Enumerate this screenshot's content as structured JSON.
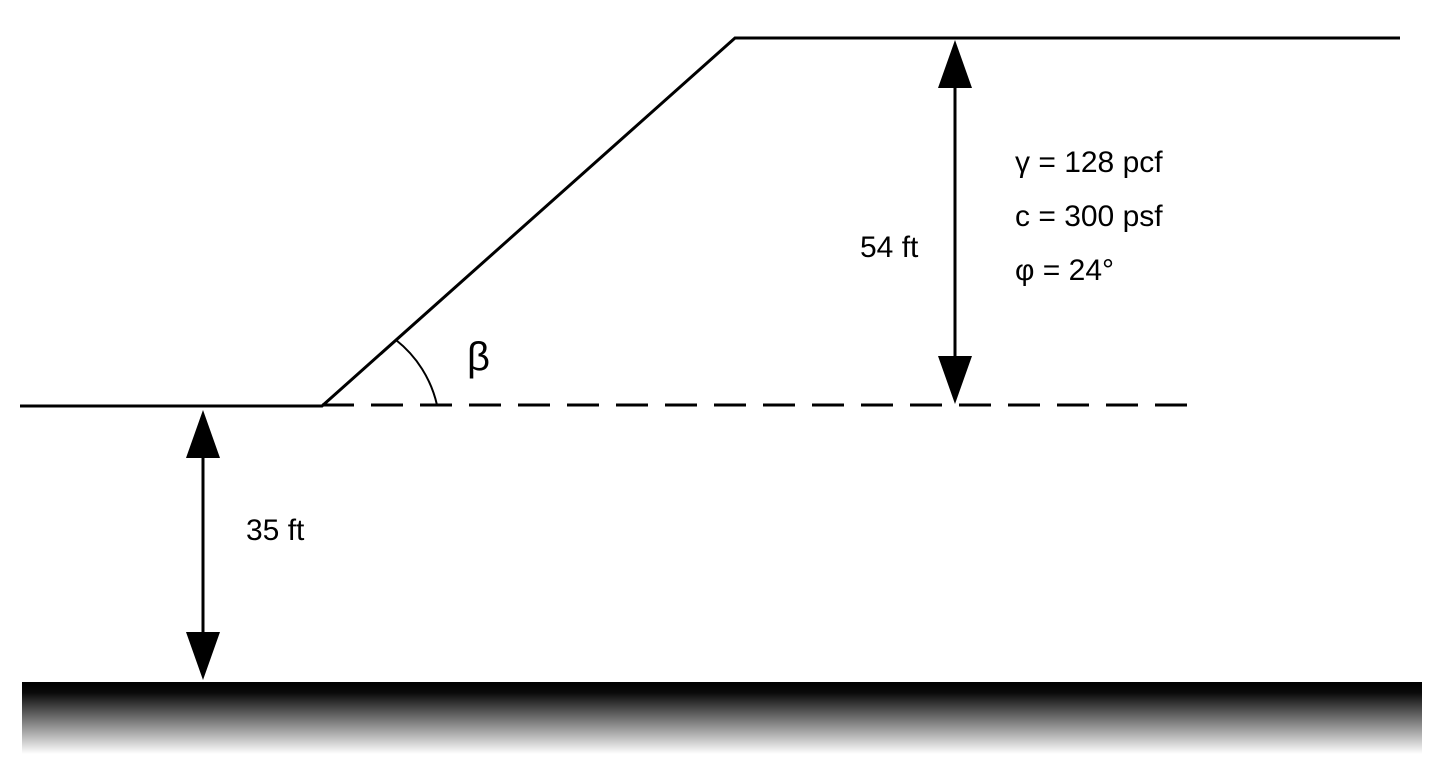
{
  "diagram": {
    "labels": {
      "slope_height": "54 ft",
      "depth_to_firm_base": "35 ft",
      "slope_angle": "β"
    },
    "soil_properties": {
      "unit_weight": "γ = 128 pcf",
      "cohesion": "c = 300 psf",
      "friction_angle": "φ = 24°"
    }
  },
  "colors": {
    "line": "#000000",
    "background": "#ffffff",
    "firm_base_top": "#000000",
    "firm_base_bottom": "#ffffff"
  }
}
